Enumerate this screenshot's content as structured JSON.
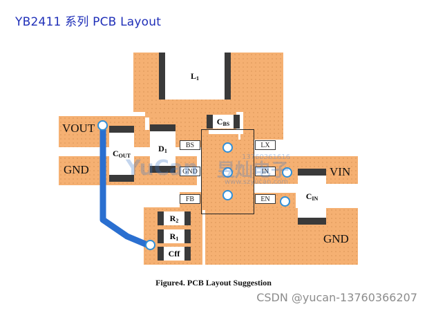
{
  "title": "YB2411 系列 PCB Layout",
  "components": {
    "inductor": {
      "main": "L",
      "sub": "1"
    },
    "cbs": {
      "main": "C",
      "sub": "BS"
    },
    "cout": {
      "main": "C",
      "sub": "OUT"
    },
    "diode": {
      "main": "D",
      "sub": "1"
    },
    "cin": {
      "main": "C",
      "sub": "IN"
    },
    "r2": {
      "main": "R",
      "sub": "2"
    },
    "r1": {
      "main": "R",
      "sub": "1"
    },
    "cff": {
      "main": "Cff"
    }
  },
  "pins": {
    "bs": "BS",
    "gnd": "GND",
    "fb": "FB",
    "lx": "LX",
    "in": "IN",
    "en": "EN"
  },
  "net_labels": {
    "vout": "VOUT",
    "gnd_left": "GND",
    "vin": "VIN",
    "gnd_right": "GND"
  },
  "watermark": {
    "brand": "YuCan",
    "cn_name": "昱灿电子",
    "url": "www.szyucan.com",
    "phone": "13760361616"
  },
  "caption": "Figure4. PCB Layout Suggestion",
  "credit": "CSDN @yucan-13760366207",
  "colors": {
    "copper": "#f5b072",
    "trace": "#2a6fd0",
    "via": "#2f8fd8",
    "title": "#1f2fb8"
  }
}
